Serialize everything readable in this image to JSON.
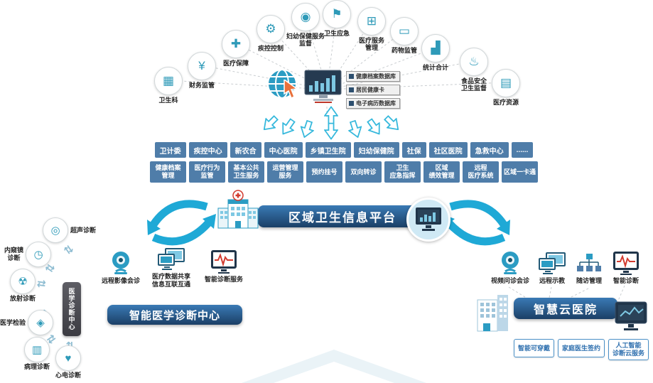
{
  "colors": {
    "teal": "#2b9cc3",
    "navy_dark": "#1b3f66",
    "navy_light": "#3a7ab5",
    "node_button_blue": "#4f7da9",
    "cyan_arrow": "#1fa9d6",
    "cursor_orange": "#e8703a",
    "alert_red": "#d23b2f"
  },
  "glyphs": {
    "exchange_arrow": "⇄"
  },
  "top_icons": [
    {
      "name": "health-section",
      "label": "卫生科",
      "glyph": "▦"
    },
    {
      "name": "finance-supervision",
      "label": "财务监管",
      "glyph": "¥"
    },
    {
      "name": "medical-insurance",
      "label": "医疗保障",
      "glyph": "✚"
    },
    {
      "name": "disease-control",
      "label": "疾控控制",
      "glyph": "⚙"
    },
    {
      "name": "maternal-child-supervision",
      "label": "妇幼保健服务\n监督",
      "glyph": "◉"
    },
    {
      "name": "health-emergency",
      "label": "卫生应急",
      "glyph": "⚑"
    },
    {
      "name": "medical-service-mgmt",
      "label": "医疗服务\n管理",
      "glyph": "⊞"
    },
    {
      "name": "drug-supervision",
      "label": "药物监管",
      "glyph": "▭"
    },
    {
      "name": "statistics",
      "label": "统计合计",
      "glyph": "▟"
    },
    {
      "name": "food-safety-supervision",
      "label": "食品安全\n卫生监督",
      "glyph": "♨"
    },
    {
      "name": "medical-resources",
      "label": "医疗资源",
      "glyph": "▤"
    }
  ],
  "hub": {
    "db_boxes": [
      "健康档案数据库",
      "居民健康卡",
      "电子病历数据库"
    ]
  },
  "org_buttons": [
    "卫计委",
    "疾控中心",
    "新农合",
    "中心医院",
    "乡镇卫生院",
    "妇幼保健院",
    "社保",
    "社区医院",
    "急救中心",
    "......"
  ],
  "service_buttons": [
    "健康档案\n管理",
    "医疗行为\n监管",
    "基本公共\n卫生服务",
    "运营管理\n服务",
    "预约挂号",
    "双向转诊",
    "卫生\n应急指挥",
    "区域\n绩效管理",
    "远程\n医疗系统",
    "区域一卡通"
  ],
  "platform": {
    "title": "区域卫生信息平台"
  },
  "diagnosis_center": {
    "title": "智能医学诊断中心",
    "device": "医学诊断中心",
    "satellites": [
      {
        "label": "超声诊断",
        "glyph": "◎"
      },
      {
        "label": "内窥镜\n诊断",
        "glyph": "◷"
      },
      {
        "label": "放射诊断",
        "glyph": "☢"
      },
      {
        "label": "医学检验",
        "glyph": "◈"
      },
      {
        "label": "病理诊断",
        "glyph": "▥"
      },
      {
        "label": "心电诊断",
        "glyph": "♥"
      }
    ],
    "features": [
      "远程影像会诊",
      "医疗数据共享\n信息互联互通",
      "智能诊断服务"
    ]
  },
  "cloud_hospital": {
    "title": "智慧云医院",
    "features": [
      "视频问诊会诊",
      "远程示教",
      "随访管理",
      "智能诊断"
    ],
    "buttons": [
      "智能可穿戴",
      "家庭医生签约",
      "人工智能\n诊断云服务"
    ]
  }
}
